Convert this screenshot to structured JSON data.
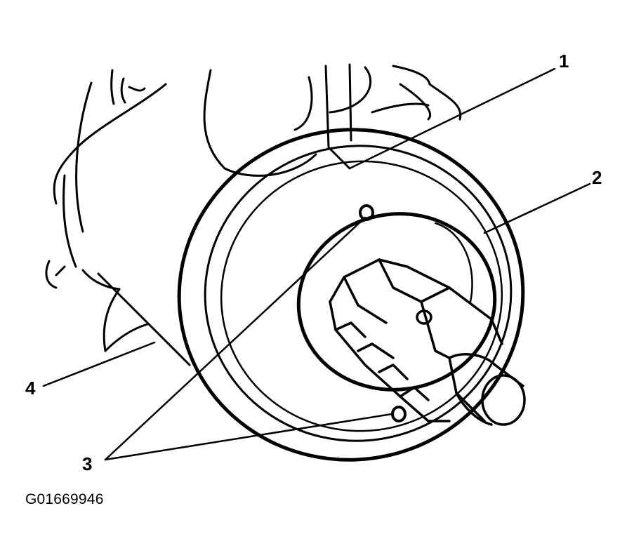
{
  "figure": {
    "identifier": "G01669946",
    "callouts": [
      {
        "id": "1",
        "label": "1"
      },
      {
        "id": "2",
        "label": "2"
      },
      {
        "id": "3",
        "label": "3"
      },
      {
        "id": "4",
        "label": "4"
      }
    ]
  },
  "colors": {
    "ink": "#000000",
    "background": "#ffffff"
  }
}
